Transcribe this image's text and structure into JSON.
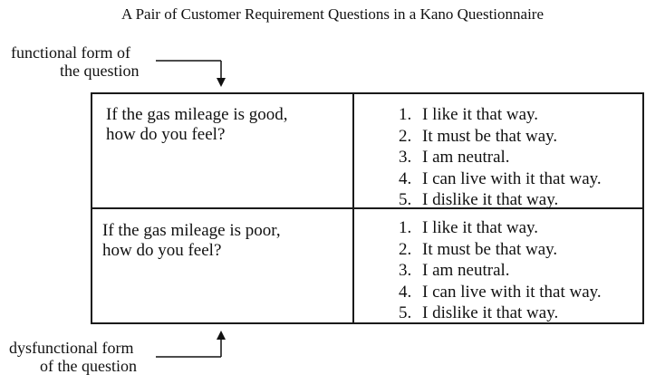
{
  "title": "A Pair of Customer Requirement Questions in a Kano Questionnaire",
  "functional_label": {
    "line1": "functional form of",
    "line2": "the question"
  },
  "dysfunctional_label": {
    "line1": "dysfunctional form",
    "line2": "of the question"
  },
  "functional_question": {
    "line1": "If the gas mileage is good,",
    "line2": "how do you feel?"
  },
  "dysfunctional_question": {
    "line1": "If the gas mileage is poor,",
    "line2": "how do you feel?"
  },
  "functional_answers": [
    {
      "num": "1.",
      "text": "I like it that way."
    },
    {
      "num": "2.",
      "text": "It must be that way."
    },
    {
      "num": "3.",
      "text": "I am neutral."
    },
    {
      "num": "4.",
      "text": "I can live with it that way."
    },
    {
      "num": "5.",
      "text": "I dislike it that way."
    }
  ],
  "dysfunctional_answers": [
    {
      "num": "1.",
      "text": "I like it that way."
    },
    {
      "num": "2.",
      "text": "It must be that way."
    },
    {
      "num": "3.",
      "text": "I am neutral."
    },
    {
      "num": "4.",
      "text": "I can live with it that way."
    },
    {
      "num": "5.",
      "text": "I dislike it that way."
    }
  ]
}
